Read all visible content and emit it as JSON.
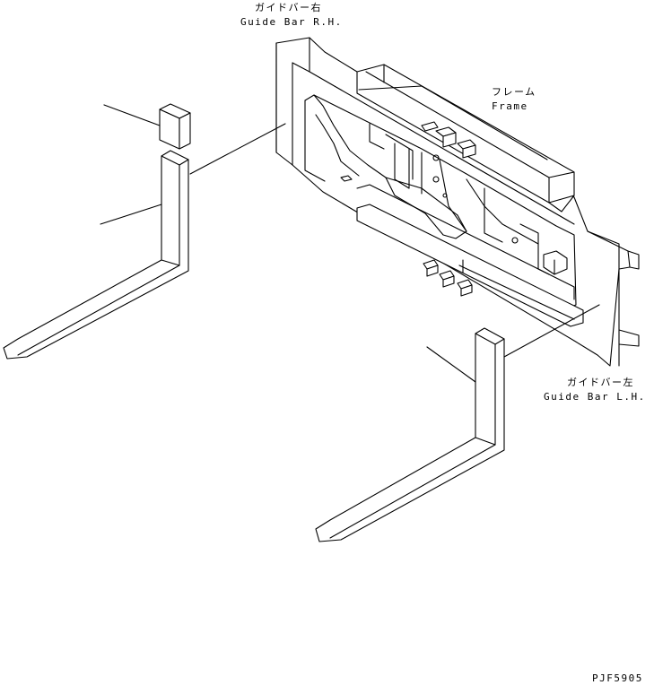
{
  "labels": {
    "guide_bar_rh_jp": "ガイドバー右",
    "guide_bar_rh_en": "Guide Bar R.H.",
    "frame_jp": "フレーム",
    "frame_en": "Frame",
    "guide_bar_lh_jp": "ガイドバー左",
    "guide_bar_lh_en": "Guide Bar L.H.",
    "drawing_code": "PJF5905"
  }
}
